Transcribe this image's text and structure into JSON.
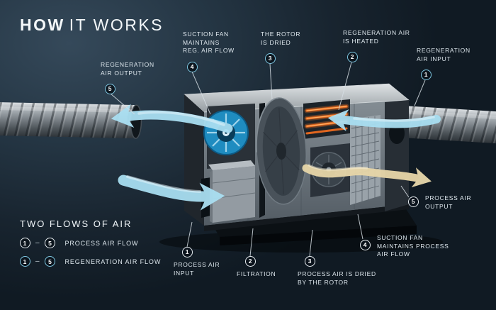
{
  "title": {
    "strong": "HOW",
    "light": "IT WORKS"
  },
  "legend": {
    "heading": "TWO FLOWS OF AIR",
    "dash": "–",
    "rows": [
      {
        "start": "1",
        "end": "5",
        "label": "PROCESS AIR FLOW",
        "style": "process"
      },
      {
        "start": "1",
        "end": "5",
        "label": "REGENERATION AIR FLOW",
        "style": "regeneration"
      }
    ]
  },
  "callouts": {
    "regeneration": [
      {
        "num": "5",
        "label": "REGENERATION\nAIR OUTPUT"
      },
      {
        "num": "4",
        "label": "SUCTION FAN\nMAINTAINS\nREG. AIR FLOW"
      },
      {
        "num": "3",
        "label": "THE ROTOR\nIS DRIED"
      },
      {
        "num": "2",
        "label": "REGENERATION AIR\nIS HEATED"
      },
      {
        "num": "1",
        "label": "REGENERATION\nAIR INPUT"
      }
    ],
    "process": [
      {
        "num": "1",
        "label": "PROCESS AIR\nINPUT"
      },
      {
        "num": "2",
        "label": "FILTRATION"
      },
      {
        "num": "3",
        "label": "PROCESS AIR IS DRIED\nBY THE ROTOR"
      },
      {
        "num": "4",
        "label": "SUCTION FAN\nMAINTAINS PROCESS\nAIR FLOW"
      },
      {
        "num": "5",
        "label": "PROCESS AIR\nOUTPUT"
      }
    ]
  },
  "colors": {
    "background": "#16222c",
    "flow_blue": "#a8def1",
    "flow_tan": "#e7d6a8",
    "heater_orange": "#e0661f",
    "regen_circle_border": "#7fc9e4",
    "process_circle_border": "#e8eef2"
  }
}
